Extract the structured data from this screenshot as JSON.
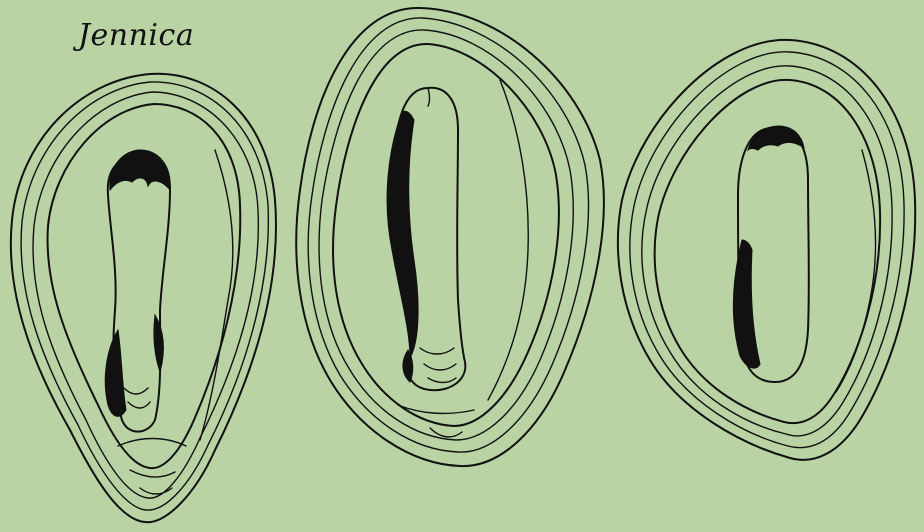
{
  "plate": {
    "title": "Jennica",
    "background_color": "#b9d3a4",
    "ink_color": "#111111"
  },
  "figures": [
    {
      "name": "seed-section-left"
    },
    {
      "name": "seed-section-center"
    },
    {
      "name": "seed-section-right"
    }
  ]
}
